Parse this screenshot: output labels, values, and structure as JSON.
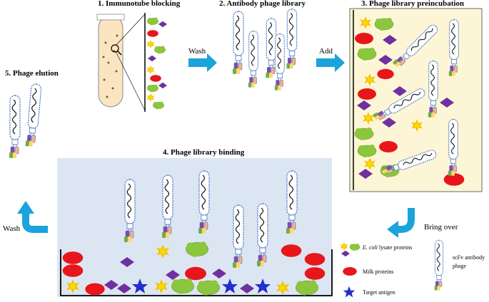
{
  "steps": {
    "step1": "1. Immunotube blocking",
    "step2": "2. Antibody phage library",
    "step3": "3. Phage library preincubation",
    "step4": "4. Phage library binding",
    "step5": "5. Phage elution"
  },
  "arrows": {
    "wash_top": "Wash",
    "add": "Add",
    "bring_over": "Bring over",
    "wash_left": "Wash"
  },
  "legend": {
    "ecoli_italic": "E. coli",
    "ecoli_rest": " lysate proteins",
    "milk": "Milk proteins",
    "target": "Target antigen",
    "scfv_line1": "scFv antibody",
    "scfv_line2": "phage"
  },
  "colors": {
    "arrow": "#1aa3dc",
    "milk": "#e8161b",
    "ecoli_green": "#8cc63f",
    "ecoli_purple": "#7030a0",
    "sun": "#f5c400",
    "antigen": "#1f2fd0",
    "binding_bg": "#dce6f2",
    "preinc_bg": "#fdf6d6"
  }
}
